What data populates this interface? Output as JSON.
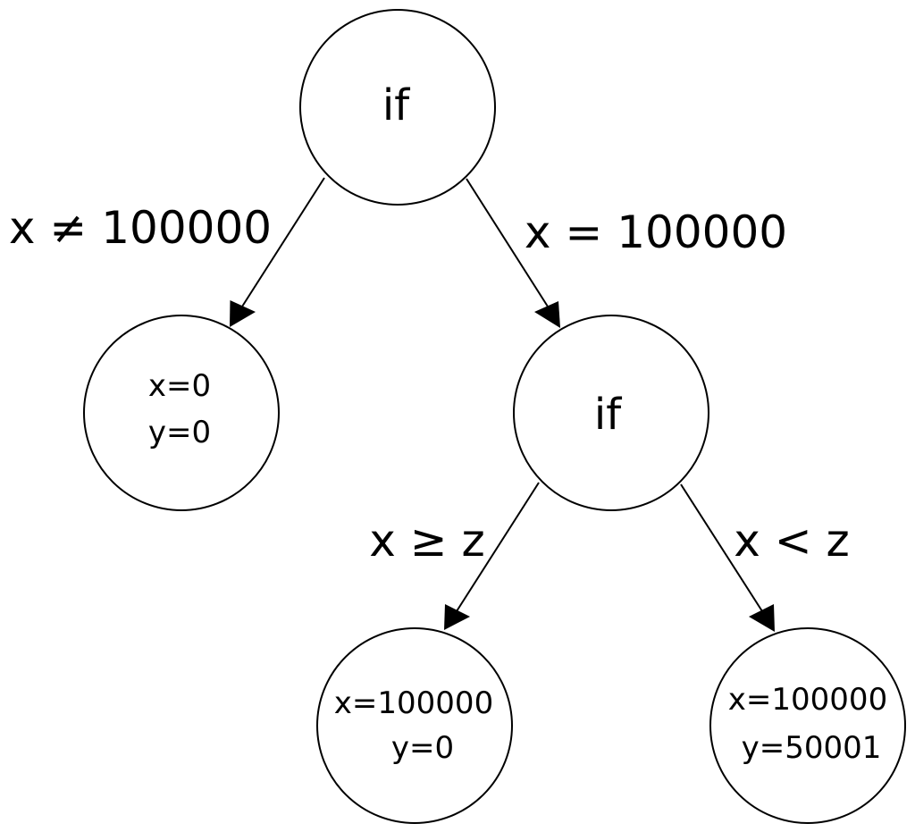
{
  "nodes": {
    "root": {
      "label": "if"
    },
    "left_leaf": {
      "lines": [
        "x=0",
        "y=0"
      ]
    },
    "right_if": {
      "label": "if"
    },
    "bottom_left_leaf": {
      "lines": [
        "x=100000",
        "y=0"
      ]
    },
    "bottom_right_leaf": {
      "lines": [
        "x=100000",
        "y=50001"
      ]
    }
  },
  "edges": {
    "root_to_left": "x ≠ 100000",
    "root_to_right": "x = 100000",
    "if_to_bottom_left": "x ≥ z",
    "if_to_bottom_right": "x < z"
  },
  "colors": {
    "stroke": "#000000",
    "fill": "#ffffff"
  }
}
